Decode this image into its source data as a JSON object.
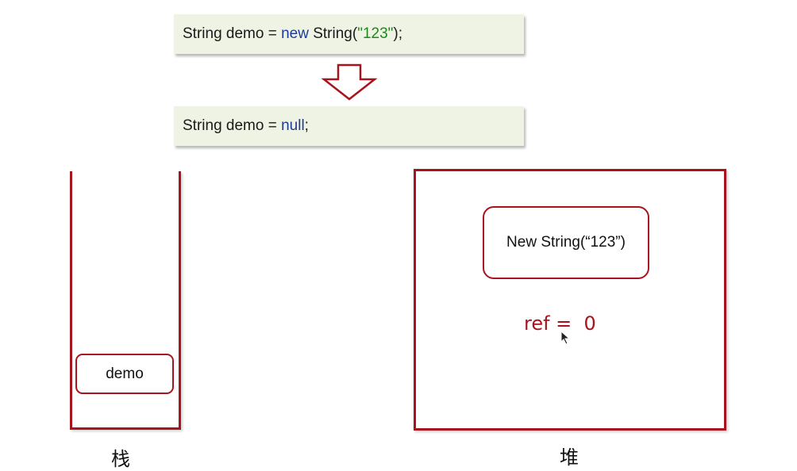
{
  "code_before": {
    "prefix": "String demo = ",
    "keyword": "new",
    "middle": " String(",
    "literal": "\"123\"",
    "suffix": ");"
  },
  "code_after": {
    "prefix": "String demo = ",
    "keyword": "null",
    "suffix": ";"
  },
  "stack": {
    "variable": "demo",
    "caption": "栈"
  },
  "heap": {
    "object": "New String(“123”)",
    "ref_text": "ref =  0",
    "caption": "堆"
  },
  "colors": {
    "accent": "#a8141e",
    "code_bg": "#eef3e4",
    "keyword": "#1e3c96",
    "string_literal": "#1b8a1b"
  },
  "icons": [
    "down-arrow-icon",
    "mouse-cursor-icon"
  ]
}
